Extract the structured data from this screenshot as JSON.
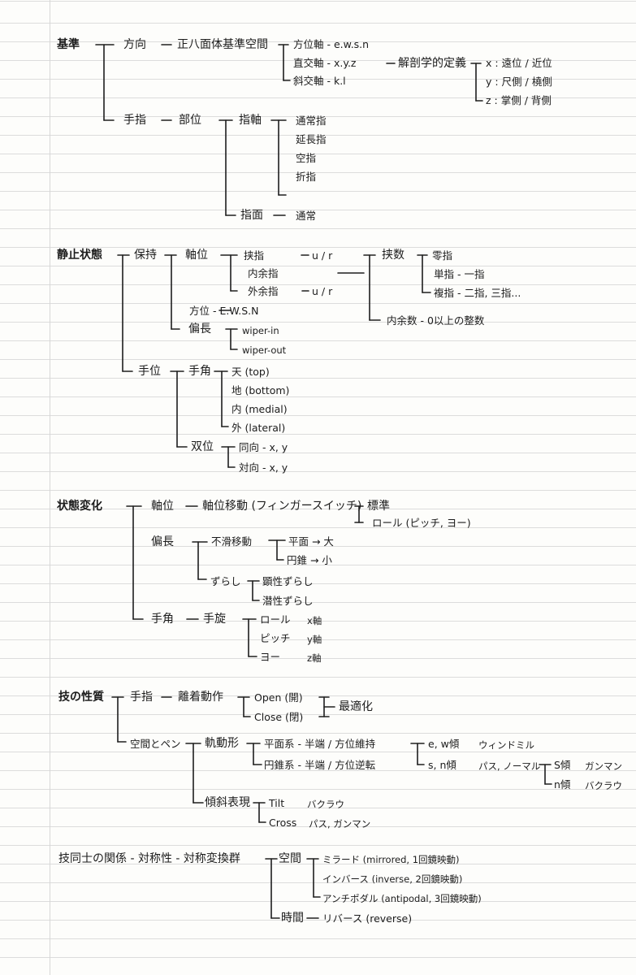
{
  "notes": {
    "sec1": {
      "root": "基準",
      "direction": "方向",
      "octa": "正八面体基準空間",
      "azimuth": "方位軸 - e.w.s.n",
      "perp": "直交軸 - x.y.z",
      "oblique": "斜交軸 - k.l",
      "anatomical": "解剖学的定義",
      "ax_x": "x : 遠位 / 近位",
      "ax_y": "y : 尺側 / 橈側",
      "ax_z": "z : 掌側 / 背側",
      "finger": "手指",
      "part": "部位",
      "fingerAxis": "指軸",
      "normal_finger": "通常指",
      "extended_finger": "延長指",
      "empty_finger": "空指",
      "folded_finger": "折指",
      "finger_face": "指面",
      "normal": "通常"
    },
    "sec2": {
      "root": "静止状態",
      "hold": "保持",
      "axisPos": "軸位",
      "grip_finger": "挟指",
      "inner_finger": "内余指",
      "outer_finger": "外余指",
      "ul1": "u / r",
      "ul2": "u / r",
      "hold_count": "挟数",
      "zero_finger": "零指",
      "single_finger": "単指 - 一指",
      "multi_finger": "複指 - 二指, 三指...",
      "inner_count": "内余数 - 0以上の整数",
      "direction_ewsn": "方位 - E.W.S.N",
      "bias": "偏長",
      "wiper_in": "wiper-in",
      "wiper_out": "wiper-out",
      "handPos": "手位",
      "handAngle": "手角",
      "top": "天 (top)",
      "bottom": "地 (bottom)",
      "medial": "内 (medial)",
      "lateral": "外 (lateral)",
      "twin": "双位",
      "same_dir": "同向 - x, y",
      "opp_dir": "対向 - x, y"
    },
    "sec3": {
      "root": "状態変化",
      "axisPos": "軸位",
      "axis_move": "軸位移動 (フィンガースイッチ)",
      "standard": "標準",
      "roll_sub": "ロール (ピッチ, ヨー)",
      "bias": "偏長",
      "nonslip": "不滑移動",
      "flat_big": "平面 → 大",
      "roll_small": "円錐 → 小",
      "shift": "ずらし",
      "overt_shift": "顕性ずらし",
      "latent_shift": "潜性ずらし",
      "handAngle": "手角",
      "hand_rot": "手旋",
      "roll": "ロール",
      "roll_axis": "x軸",
      "pitch": "ピッチ",
      "pitch_axis": "y軸",
      "yaw": "ヨー",
      "yaw_axis": "z軸"
    },
    "sec4": {
      "root": "技の性質",
      "finger": "手指",
      "detach": "離着動作",
      "open": "Open (開)",
      "close": "Close (閉)",
      "optimize": "最適化",
      "space_pen": "空間とペン",
      "trajectory": "軌動形",
      "flat_sys": "平面系 - 半端 / 方位維持",
      "cone_sys": "円錐系 - 半端 / 方位逆転",
      "ew_tilt": "e, w傾",
      "windmill": "ウィンドミル",
      "sn_tilt": "s, n傾",
      "pass_normal": "パス, ノーマル",
      "s_tilt": "S傾",
      "gunman": "ガンマン",
      "n_tilt": "n傾",
      "bakurau": "バクラウ",
      "tilt_expr": "傾斜表現",
      "tilt": "Tilt",
      "tilt_ex": "バクラウ",
      "cross": "Cross",
      "cross_ex": "パス, ガンマン"
    },
    "sec5": {
      "root": "技同士の関係 - 対称性 - 対称変換群",
      "space": "空間",
      "mirrored": "ミラード (mirrored, 1回鏡映動)",
      "inverse": "インバース (inverse, 2回鏡映動)",
      "antipodal": "アンチポダル (antipodal, 3回鏡映動)",
      "time": "時間",
      "reverse": "リバース (reverse)"
    }
  }
}
